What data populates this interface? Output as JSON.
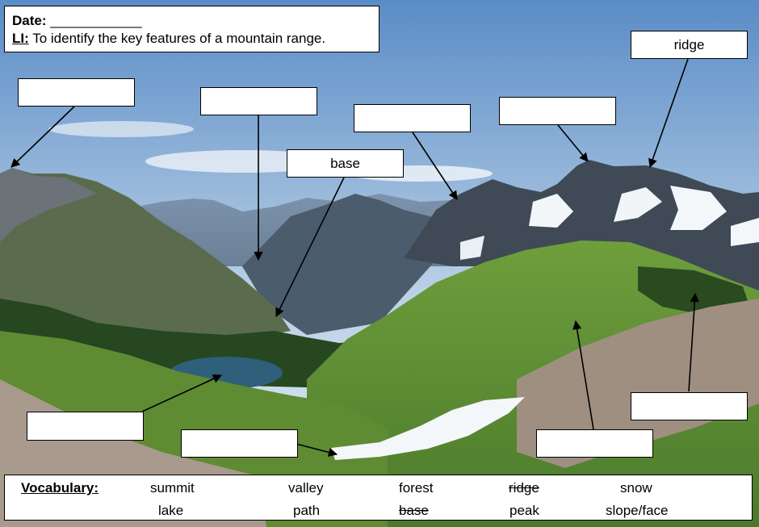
{
  "header": {
    "date_label": "Date:",
    "date_blank": "____________",
    "li_label": "LI:",
    "li_text": "To identify the key features of a mountain range."
  },
  "labels": [
    {
      "text": ""
    },
    {
      "text": ""
    },
    {
      "text": ""
    },
    {
      "text": ""
    },
    {
      "text": "ridge"
    },
    {
      "text": "base"
    },
    {
      "text": ""
    },
    {
      "text": ""
    },
    {
      "text": ""
    },
    {
      "text": ""
    }
  ],
  "vocabulary": {
    "title": "Vocabulary:",
    "words": [
      {
        "text": "summit",
        "struck": false
      },
      {
        "text": "valley",
        "struck": false
      },
      {
        "text": "forest",
        "struck": false
      },
      {
        "text": "ridge",
        "struck": true
      },
      {
        "text": "snow",
        "struck": false
      },
      {
        "text": "lake",
        "struck": false
      },
      {
        "text": "path",
        "struck": false
      },
      {
        "text": "base",
        "struck": true
      },
      {
        "text": "peak",
        "struck": false
      },
      {
        "text": "slope/face",
        "struck": false
      }
    ]
  },
  "colors": {
    "sky_top": "#5d8fc9",
    "sky_bottom": "#dfeaf3",
    "grass": "#5f8e34",
    "forest": "#244a1e",
    "rock": "#4f5a66",
    "snow": "#f4f7fa",
    "lake": "#2f5f7a",
    "scree": "#a8998c"
  }
}
